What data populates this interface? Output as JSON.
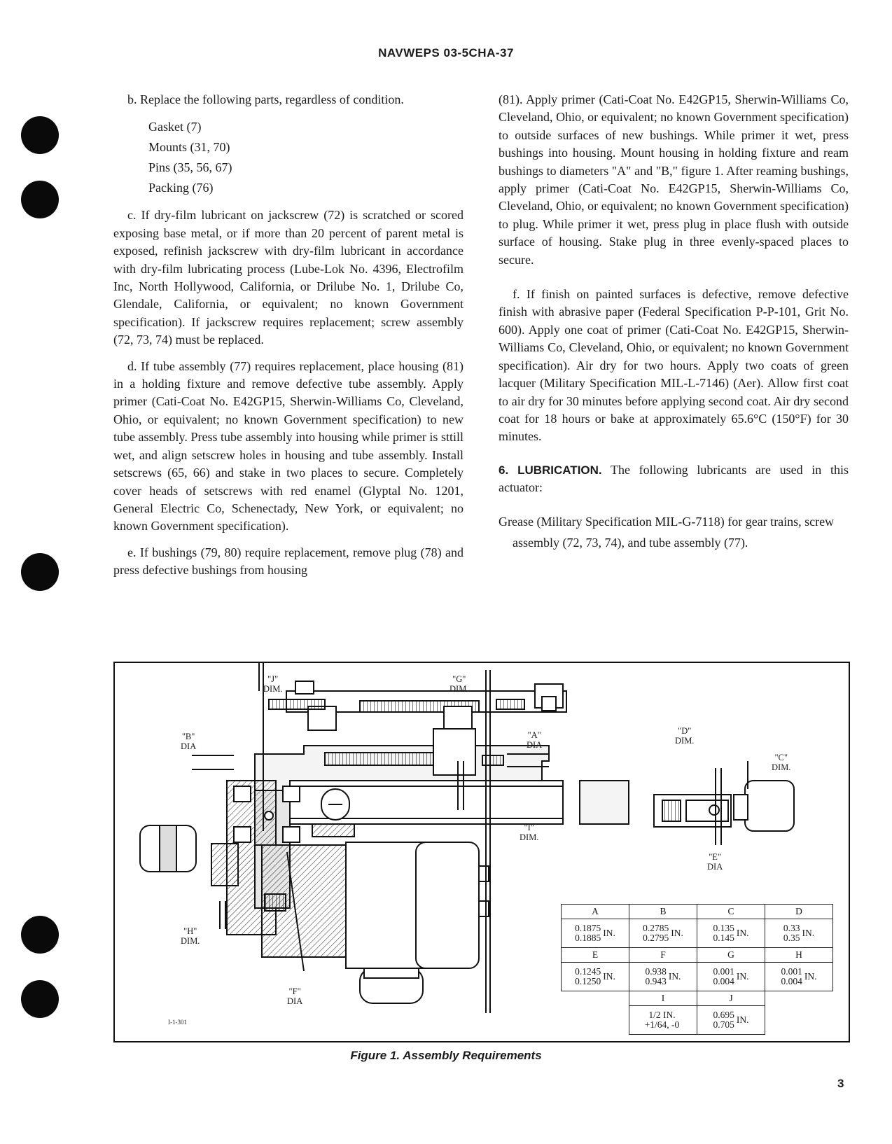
{
  "header": "NAVWEPS 03-5CHA-37",
  "left_column": {
    "para_b": "b. Replace the following parts, regardless of condition.",
    "parts": [
      "Gasket (7)",
      "Mounts (31, 70)",
      "Pins (35, 56, 67)",
      "Packing (76)"
    ],
    "para_c": "c. If dry-film lubricant on jackscrew (72) is scratched or scored exposing base metal, or if more than 20 percent of parent metal is exposed, refinish jackscrew with dry-film lubricant in accordance with dry-film lubricating process (Lube-Lok No. 4396, Electrofilm Inc, North Hollywood, California, or Drilube No. 1, Drilube Co, Glendale, California, or equivalent; no known Government specification). If jackscrew requires replacement; screw assembly (72, 73, 74) must be replaced.",
    "para_d": "d. If tube assembly (77) requires replacement, place housing (81) in a holding fixture and remove defective tube assembly. Apply primer (Cati-Coat No. E42GP15, Sherwin-Williams Co, Cleveland, Ohio, or equivalent; no known Government specification) to new tube assembly. Press tube assembly into housing while primer is sttill wet, and align setscrew holes in housing and tube assembly. Install setscrews (65, 66) and stake in two places to secure. Completely cover heads of setscrews with red enamel (Glyptal No. 1201, General Electric Co, Schenectady, New York, or equivalent; no known Government specification).",
    "para_e": "e. If bushings (79, 80) require replacement, remove plug (78) and press defective bushings from housing"
  },
  "right_column": {
    "para_e_cont": "(81). Apply primer (Cati-Coat No. E42GP15, Sherwin-Williams Co, Cleveland, Ohio, or equivalent; no known Government specification) to outside surfaces of new bushings. While primer it wet, press bushings into housing. Mount housing in holding fixture and ream bushings to diameters \"A\" and \"B,\" figure 1. After reaming bushings, apply primer (Cati-Coat No. E42GP15, Sherwin-Williams Co, Cleveland, Ohio, or equivalent; no known Government specification) to plug. While primer it wet, press plug in place flush with outside surface of housing. Stake plug in three evenly-spaced places to secure.",
    "para_f": "f. If finish on painted surfaces is defective, remove defective finish with abrasive paper (Federal Specification P-P-101, Grit No. 600). Apply one coat of primer (Cati-Coat No. E42GP15, Sherwin-Williams Co, Cleveland, Ohio, or equivalent; no known Government specification). Air dry for two hours. Apply two coats of green lacquer (Military Specification MIL-L-7146) (Aer). Allow first coat to air dry for 30 minutes before applying second coat. Air dry second coat for 18 hours or bake at approximately 65.6°C (150°F) for 30 minutes.",
    "section_heading": "6. LUBRICATION.",
    "section_intro": "The following lubricants are used in this actuator:",
    "grease": "Grease (Military Specification MIL-G-7118) for gear trains, screw assembly (72, 73, 74), and tube assembly (77)."
  },
  "figure": {
    "labels": {
      "j_dim": "\"J\"\nDIM.",
      "g_dim": "\"G\"\nDIM.",
      "b_dia": "\"B\"\nDIA",
      "a_dia": "\"A\"\nDIA",
      "d_dim": "\"D\"\nDIM.",
      "c_dim": "\"C\"\nDIM.",
      "i_dim": "\"I\"\nDIM.",
      "e_dia": "\"E\"\nDIA",
      "h_dim": "\"H\"\nDIM.",
      "f_dia": "\"F\"\nDIA"
    },
    "drawing_number": "I-1-301",
    "table": {
      "row1_headers": [
        "A",
        "B",
        "C",
        "D"
      ],
      "row1_values": [
        {
          "upper": "0.1875",
          "lower": "0.1885",
          "unit": "IN."
        },
        {
          "upper": "0.2785",
          "lower": "0.2795",
          "unit": "IN."
        },
        {
          "upper": "0.135",
          "lower": "0.145",
          "unit": "IN."
        },
        {
          "upper": "0.33",
          "lower": "0.35",
          "unit": "IN."
        }
      ],
      "row2_headers": [
        "E",
        "F",
        "G",
        "H"
      ],
      "row2_values": [
        {
          "upper": "0.1245",
          "lower": "0.1250",
          "unit": "IN."
        },
        {
          "upper": "0.938",
          "lower": "0.943",
          "unit": "IN."
        },
        {
          "upper": "0.001",
          "lower": "0.004",
          "unit": "IN."
        },
        {
          "upper": "0.001",
          "lower": "0.004",
          "unit": "IN."
        }
      ],
      "row3_headers": [
        "I",
        "J"
      ],
      "row3_values": [
        {
          "upper": "1/2 IN.",
          "lower": "+1/64, -0",
          "unit": ""
        },
        {
          "upper": "0.695",
          "lower": "0.705",
          "unit": "IN."
        }
      ]
    },
    "caption": "Figure 1. Assembly Requirements"
  },
  "page_number": "3"
}
